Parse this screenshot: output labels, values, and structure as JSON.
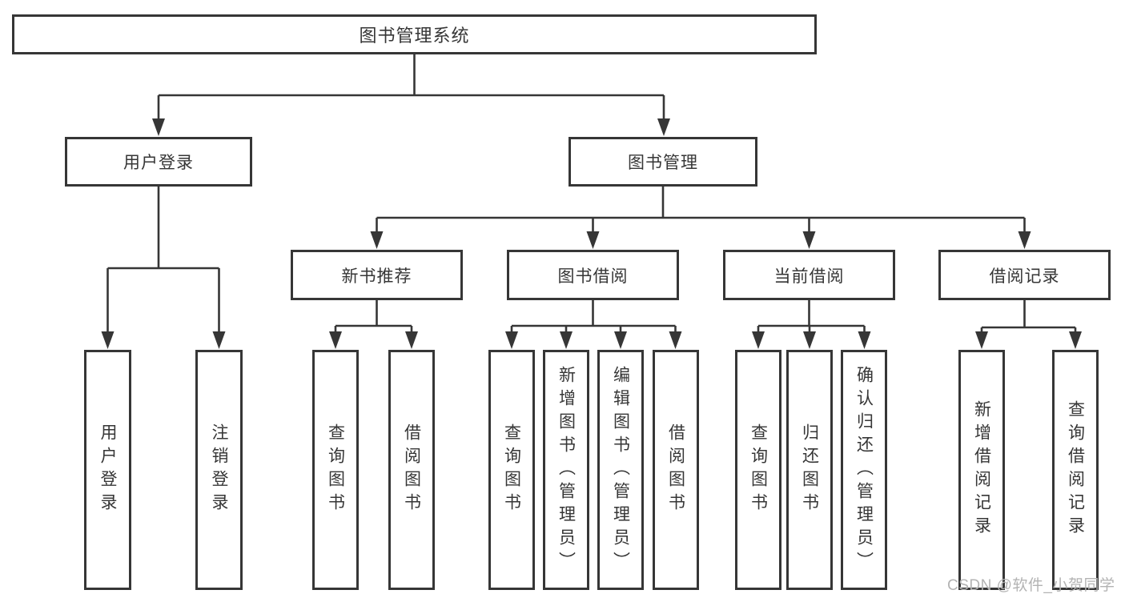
{
  "diagram": {
    "root": {
      "label": "图书管理系统"
    },
    "level1": {
      "user_login": {
        "label": "用户登录"
      },
      "book_management": {
        "label": "图书管理"
      }
    },
    "level2": {
      "new_book_recommend": {
        "label": "新书推荐"
      },
      "book_borrow": {
        "label": "图书借阅"
      },
      "current_borrow": {
        "label": "当前借阅"
      },
      "borrow_records": {
        "label": "借阅记录"
      }
    },
    "leaves": {
      "login": {
        "label": "用户登录"
      },
      "logout": {
        "label": "注销登录"
      },
      "recommend_query_books": {
        "label": "查询图书"
      },
      "recommend_borrow_books": {
        "label": "借阅图书"
      },
      "borrow_query_books": {
        "label": "查询图书"
      },
      "borrow_add_books": {
        "label": "新增图书（管理员）"
      },
      "borrow_edit_books": {
        "label": "编辑图书（管理员）"
      },
      "borrow_borrow_books": {
        "label": "借阅图书"
      },
      "current_query_books": {
        "label": "查询图书"
      },
      "current_return_books": {
        "label": "归还图书"
      },
      "current_confirm_return": {
        "label": "确认归还（管理员）"
      },
      "records_add_record": {
        "label": "新增借阅记录"
      },
      "records_query_record": {
        "label": "查询借阅记录"
      }
    }
  },
  "watermark": "CSDN @软件_小贺同学",
  "colors": {
    "line": "#363636",
    "text": "#363636",
    "background": "#ffffff",
    "watermark": "#b3b3b3"
  }
}
